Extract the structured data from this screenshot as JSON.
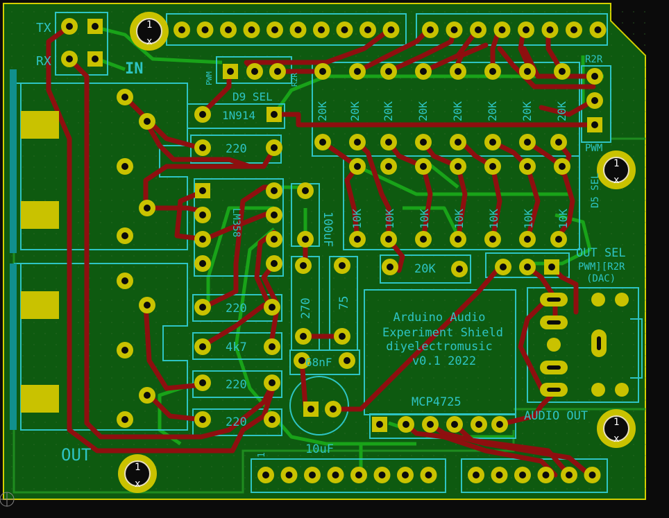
{
  "board": {
    "title_line1": "Arduino Audio",
    "title_line2": "Experiment Shield",
    "title_line3": "diyelectromusic",
    "title_line4": "v0.1 2022"
  },
  "labels": {
    "tx": "TX",
    "rx": "RX",
    "in": "IN",
    "out": "OUT",
    "pwm_top": "PWM",
    "d9": "D9 SEL",
    "r2r": "R2R",
    "pwm_right": "PWM",
    "d5": "D5 SEL",
    "out_sel": "OUT SEL",
    "out_sel_opt1": "PWM][R2R",
    "out_sel_opt2": "(DAC)",
    "audio_out": "AUDIO OUT",
    "mcp": "MCP4725",
    "ten_uf": "10uF",
    "hundred_uf": "100uF",
    "diode": "1N914",
    "ic": "LM358",
    "r220a": "220",
    "r220b": "220",
    "r220c": "220",
    "r220d": "220",
    "r4k7": "4k7",
    "r270": "270",
    "r75": "75",
    "c68n": "68nF",
    "r20k_bottom": "20K",
    "r20k": "20K",
    "r10k": "10K",
    "pin1_a": "1",
    "pin1_b": "1",
    "pin1_c": "1",
    "pin1_d": "1",
    "mount_x": "x"
  },
  "colors": {
    "board": "#0e5a10",
    "copper_fill": "#106a12",
    "track_red": "#8e0f0f",
    "track_green": "#19a319",
    "pad": "#c9c200",
    "silk": "#2ec4c4",
    "edge": "#d4d000"
  }
}
